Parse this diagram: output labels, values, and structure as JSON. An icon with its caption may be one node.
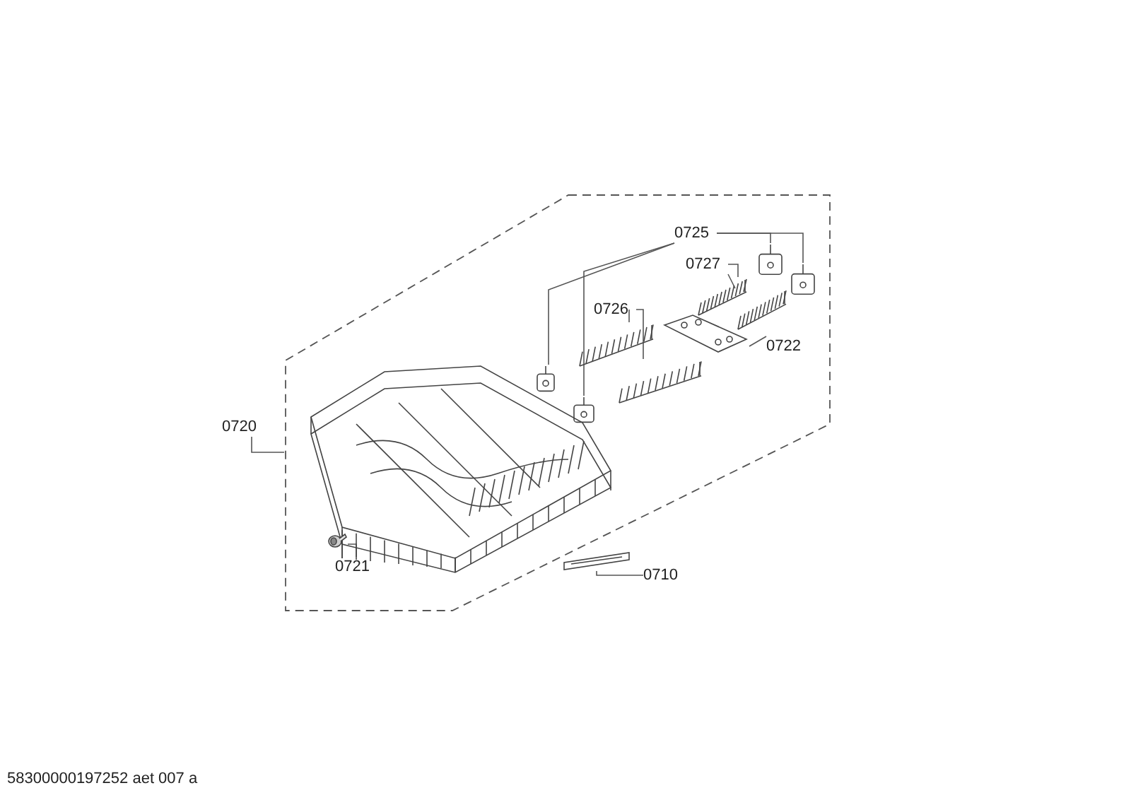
{
  "diagram": {
    "nodes": [
      {
        "text": [],
        "shape": "box"
      },
      {
        "text": [
          "0725"
        ],
        "in": 0
      },
      {
        "text": [
          "0727"
        ],
        "in": 0
      },
      {
        "text": [
          "0726"
        ],
        "in": 0
      },
      {
        "text": [
          "0722"
        ],
        "in": 0
      },
      {
        "text": [
          "0720"
        ]
      },
      {
        "text": [
          "0721"
        ],
        "in": 0
      },
      {
        "text": [
          "0710"
        ]
      },
      {
        "text": [],
        "shape": "picture",
        "in": 0
      },
      {
        "text": [],
        "shape": "picture",
        "in": 0
      },
      {
        "text": [],
        "shape": "picture",
        "in": 0
      },
      {
        "text": [],
        "shape": "picture",
        "in": 0
      },
      {
        "text": [],
        "shape": "picture",
        "in": 0
      },
      {
        "text": [],
        "shape": "picture",
        "in": 0
      },
      {
        "text": [],
        "shape": "picture",
        "in": 0
      },
      {
        "text": [],
        "shape": "picture",
        "in": 0
      },
      {
        "text": [],
        "shape": "picture",
        "in": 0
      },
      {
        "text": [],
        "shape": "picture",
        "in": 0
      },
      {
        "text": [],
        "shape": "picture",
        "in": 0
      },
      {
        "text": [],
        "shape": "picture"
      }
    ],
    "edges": [
      {
        "from": 1,
        "to": 8,
        "arrow": "none"
      },
      {
        "from": 1,
        "to": 9,
        "arrow": "none"
      },
      {
        "from": 1,
        "to": 10,
        "arrow": "none"
      },
      {
        "from": 1,
        "to": 11,
        "arrow": "none"
      },
      {
        "from": 2,
        "to": 12,
        "arrow": "none"
      },
      {
        "from": 2,
        "to": 13,
        "arrow": "none"
      },
      {
        "from": 3,
        "to": 14,
        "arrow": "none"
      },
      {
        "from": 3,
        "to": 15,
        "arrow": "none"
      },
      {
        "from": 4,
        "to": 16,
        "arrow": "none"
      },
      {
        "from": 5,
        "to": 0,
        "arrow": "none"
      },
      {
        "from": 6,
        "to": 18,
        "arrow": "none"
      },
      {
        "from": 7,
        "to": 19,
        "arrow": "none"
      }
    ],
    "labels": [
      "58300000197252 aet 007 a"
    ]
  }
}
